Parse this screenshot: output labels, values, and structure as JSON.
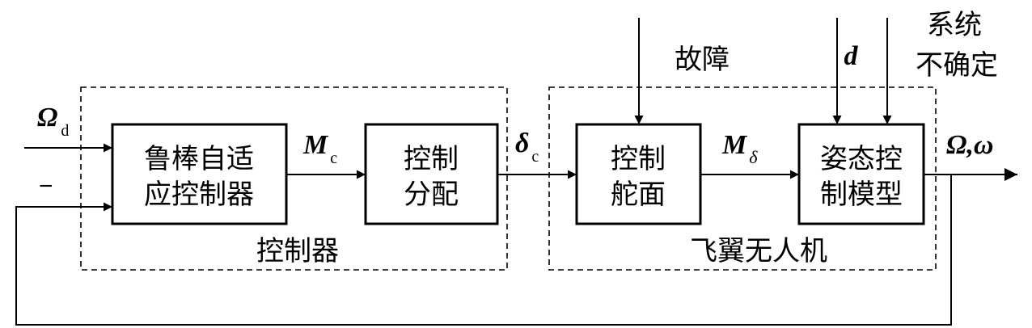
{
  "controller_group": {
    "label": "控制器"
  },
  "uav_group": {
    "label": "飞翼无人机"
  },
  "blocks": {
    "robust_adaptive": {
      "line1": "鲁棒自适",
      "line2": "应控制器"
    },
    "allocation": {
      "line1": "控制",
      "line2": "分配"
    },
    "surfaces": {
      "line1": "控制",
      "line2": "舵面"
    },
    "attitude_model": {
      "line1": "姿态控",
      "line2": "制模型"
    }
  },
  "inputs": {
    "reference": {
      "symbol": "Ω",
      "subscript": "d"
    },
    "feedback_sign": "−"
  },
  "signals": {
    "moment_cmd": {
      "symbol": "M",
      "subscript": "c"
    },
    "deflection_cmd": {
      "symbol": "δ",
      "subscript": "c"
    },
    "moment_delta": {
      "symbol": "M",
      "subscript": "δ"
    },
    "output": "Ω,ω"
  },
  "disturbances": {
    "fault": "故障",
    "d": "d",
    "uncertainty": {
      "line1": "系统",
      "line2": "不确定"
    }
  }
}
